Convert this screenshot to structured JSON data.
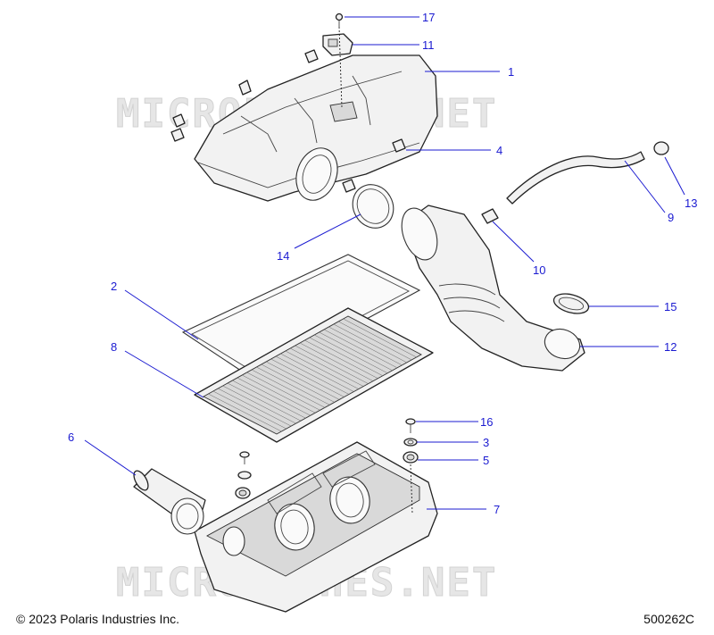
{
  "watermark": "MICROFICHES.NET",
  "callouts": [
    "1",
    "2",
    "3",
    "4",
    "5",
    "6",
    "7",
    "8",
    "9",
    "10",
    "11",
    "12",
    "13",
    "14",
    "15",
    "16",
    "17"
  ],
  "footer": {
    "copyright": "© 2023 Polaris Industries Inc.",
    "drawing_number": "500262C"
  }
}
